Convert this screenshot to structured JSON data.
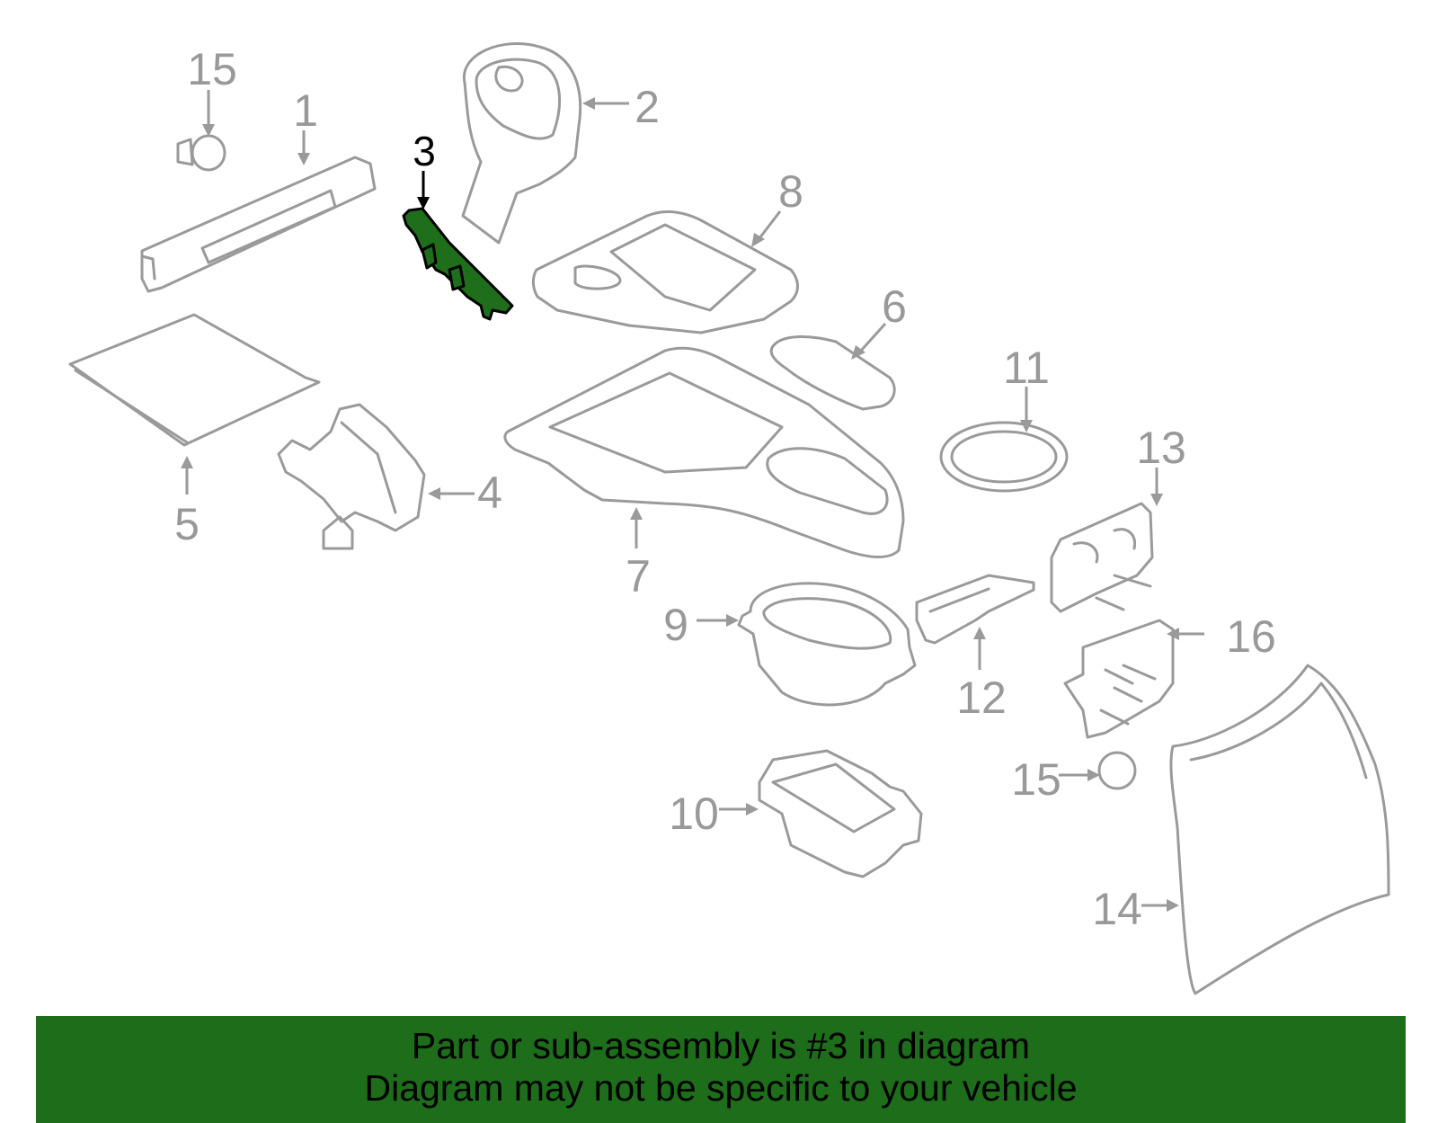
{
  "colors": {
    "banner_background": "#1d6d1b",
    "highlight_part": "#1f6e1b",
    "part_outline": "#9a9a9a",
    "callout_text": "#999999",
    "highlight_text": "#000000"
  },
  "diagram": {
    "highlighted_callout": "3",
    "callouts": {
      "c15a": "15",
      "c1": "1",
      "c2": "2",
      "c3": "3",
      "c8": "8",
      "c6": "6",
      "c11": "11",
      "c13": "13",
      "c4": "4",
      "c5": "5",
      "c7": "7",
      "c9": "9",
      "c12": "12",
      "c16": "16",
      "c15b": "15",
      "c10": "10",
      "c14": "14"
    }
  },
  "banner": {
    "line1": "Part or sub-assembly is #3 in diagram",
    "line2": "Diagram may not be specific to your vehicle"
  }
}
